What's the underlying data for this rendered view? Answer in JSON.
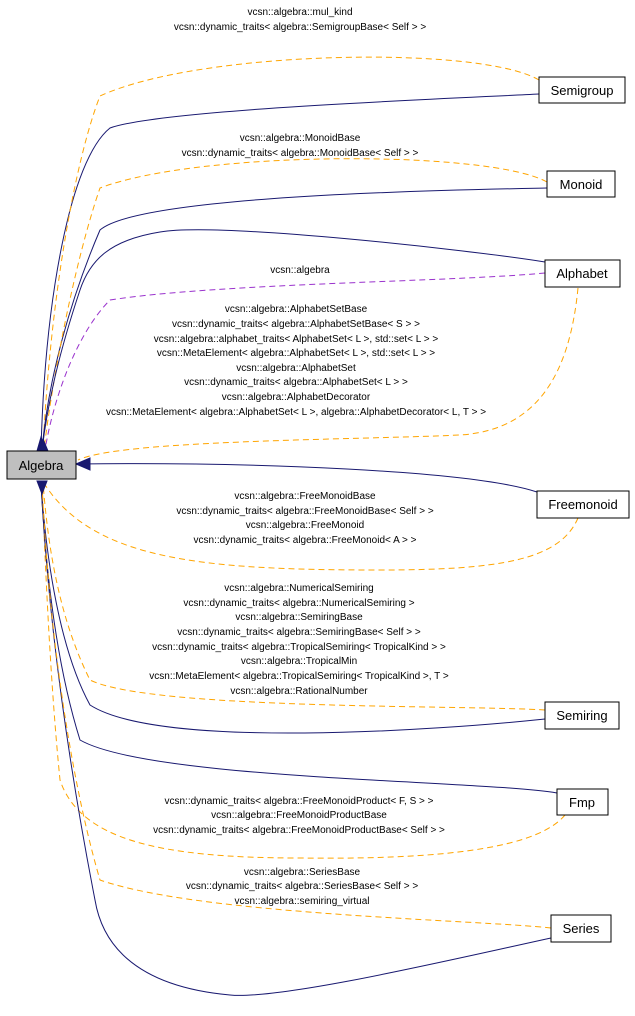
{
  "nodes": {
    "algebra": "Algebra",
    "semigroup": "Semigroup",
    "monoid": "Monoid",
    "alphabet": "Alphabet",
    "freemonoid": "Freemonoid",
    "semiring": "Semiring",
    "fmp": "Fmp",
    "series": "Series"
  },
  "edge_labels": {
    "semigroup": [
      "vcsn::algebra::mul_kind",
      "vcsn::dynamic_traits< algebra::SemigroupBase< Self > >"
    ],
    "monoid": [
      "vcsn::algebra::MonoidBase",
      "vcsn::dynamic_traits< algebra::MonoidBase< Self > >"
    ],
    "alphabet_purple": [
      "vcsn::algebra"
    ],
    "alphabet": [
      "vcsn::algebra::AlphabetSetBase",
      "vcsn::dynamic_traits< algebra::AlphabetSetBase< S > >",
      "vcsn::algebra::alphabet_traits< AlphabetSet< L >, std::set< L > >",
      "vcsn::MetaElement< algebra::AlphabetSet< L >, std::set< L > >",
      "vcsn::algebra::AlphabetSet",
      "vcsn::dynamic_traits< algebra::AlphabetSet< L > >",
      "vcsn::algebra::AlphabetDecorator",
      "vcsn::MetaElement< algebra::AlphabetSet< L >, algebra::AlphabetDecorator< L, T > >"
    ],
    "freemonoid": [
      "vcsn::algebra::FreeMonoidBase",
      "vcsn::dynamic_traits< algebra::FreeMonoidBase< Self > >",
      "vcsn::algebra::FreeMonoid",
      "vcsn::dynamic_traits< algebra::FreeMonoid< A > >"
    ],
    "semiring": [
      "vcsn::algebra::NumericalSemiring",
      "vcsn::dynamic_traits< algebra::NumericalSemiring >",
      "vcsn::algebra::SemiringBase",
      "vcsn::dynamic_traits< algebra::SemiringBase< Self > >",
      "vcsn::dynamic_traits< algebra::TropicalSemiring< TropicalKind > >",
      "vcsn::algebra::TropicalMin",
      "vcsn::MetaElement< algebra::TropicalSemiring< TropicalKind >, T >",
      "vcsn::algebra::RationalNumber"
    ],
    "fmp": [
      "vcsn::dynamic_traits< algebra::FreeMonoidProduct< F, S > >",
      "vcsn::algebra::FreeMonoidProductBase",
      "vcsn::dynamic_traits< algebra::FreeMonoidProductBase< Self > >"
    ],
    "series": [
      "vcsn::algebra::SeriesBase",
      "vcsn::dynamic_traits< algebra::SeriesBase< Self > >",
      "vcsn::algebra::semiring_virtual"
    ]
  }
}
